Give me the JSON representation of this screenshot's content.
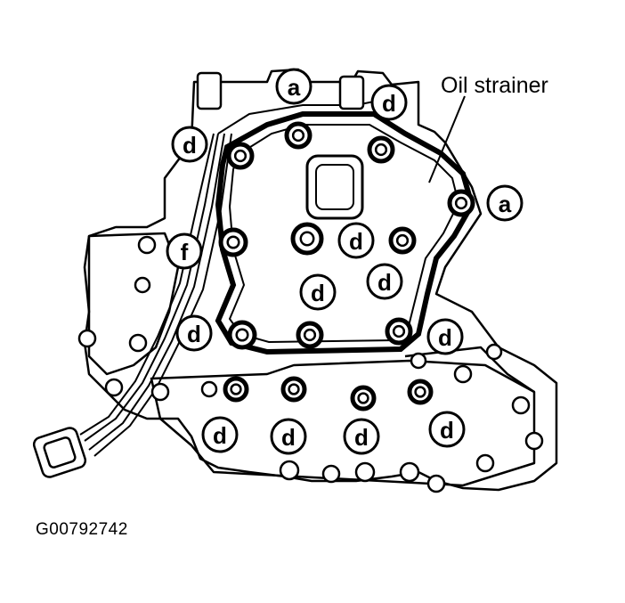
{
  "diagram": {
    "labels": {
      "oil_strainer": "Oil strainer",
      "figure_id": "G00792742"
    },
    "callouts": {
      "a": "a",
      "d": "d",
      "f": "f"
    },
    "colors": {
      "ink": "#000000",
      "paper": "#ffffff"
    }
  }
}
